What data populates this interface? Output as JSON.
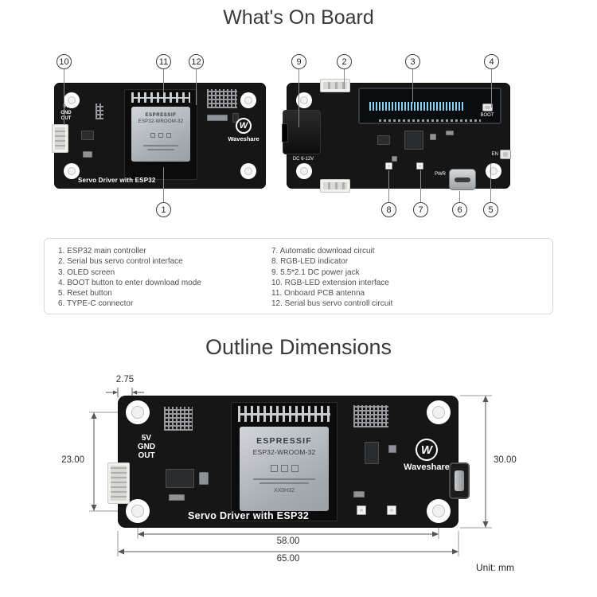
{
  "titles": {
    "whats_on_board": "What's On Board",
    "outline_dimensions": "Outline Dimensions"
  },
  "callouts": {
    "c1": "1",
    "c2": "2",
    "c3": "3",
    "c4": "4",
    "c5": "5",
    "c6": "6",
    "c7": "7",
    "c8": "8",
    "c9": "9",
    "c10": "10",
    "c11": "11",
    "c12": "12"
  },
  "board_front": {
    "label": "Servo Driver with ESP32",
    "pin1": "5V",
    "pin2": "GND",
    "pin3": "OUT",
    "module_brand": "ESPRESSIF",
    "module_model": "ESP32-WROOM-32",
    "logo_mark": "W",
    "logo_text": "Waveshare"
  },
  "board_back": {
    "dc_label": "DC 6-12V",
    "boot_label": "BOOT",
    "en_label": "EN",
    "pwr_label": "PWR"
  },
  "legend": {
    "left": [
      "1. ESP32 main controller",
      "2. Serial bus servo control interface",
      "3. OLED screen",
      "4. BOOT button to enter download mode",
      "5. Reset button",
      "6. TYPE-C connector"
    ],
    "right": [
      "7. Automatic download circuit",
      "8. RGB-LED indicator",
      "9. 5.5*2.1 DC power jack",
      "10. RGB-LED extension interface",
      "11. Onboard PCB antenna",
      "12. Serial bus servo controll circuit"
    ]
  },
  "outline": {
    "board_label": "Servo Driver with ESP32",
    "pin1": "5V",
    "pin2": "GND",
    "pin3": "OUT",
    "module_brand": "ESPRESSIF",
    "module_model": "ESP32-WROOM-32",
    "module_code": "XX0H32",
    "logo_mark": "W",
    "logo_text": "Waveshare",
    "dim_top": "2.75",
    "dim_left": "23.00",
    "dim_right": "30.00",
    "dim_bottom_inner": "58.00",
    "dim_bottom_outer": "65.00",
    "unit": "Unit: mm"
  }
}
